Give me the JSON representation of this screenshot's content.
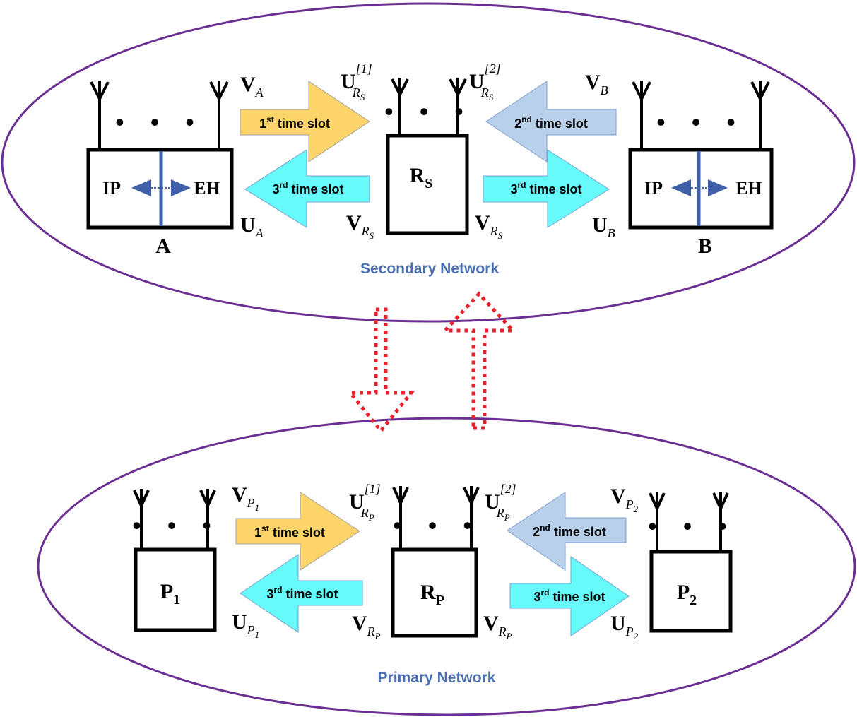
{
  "networks": {
    "secondary_label": "Secondary Network",
    "primary_label": "Primary Network"
  },
  "nodes": {
    "A": "A",
    "B": "B",
    "RS_main": "R",
    "RS_sub": "S",
    "RP_main": "R",
    "RP_sub": "P",
    "P1_main": "P",
    "P1_sub": "1",
    "P2_main": "P",
    "P2_sub": "2",
    "IP": "IP",
    "EH": "EH"
  },
  "slots": {
    "first_num": "1",
    "first_sup": "st",
    "second_num": "2",
    "second_sup": "nd",
    "third_num": "3",
    "third_sup": "rd",
    "suffix": " time slot"
  },
  "vectors": {
    "V": "V",
    "U": "U",
    "A": "A",
    "B": "B",
    "R": "R",
    "S": "S",
    "P": "P",
    "P1": "P",
    "P1_idx": "1",
    "P2": "P",
    "P2_idx": "2",
    "sup1": "[1]",
    "sup2": "[2]"
  },
  "dots": "• • •",
  "colors": {
    "ellipse": "#6b2f93",
    "yellow": "#fdd46a",
    "lightblue": "#b8d0ea",
    "cyan": "#66fafa",
    "divider": "#3f5fa8",
    "interference": "#e8202a",
    "label": "#4a6fb0"
  }
}
